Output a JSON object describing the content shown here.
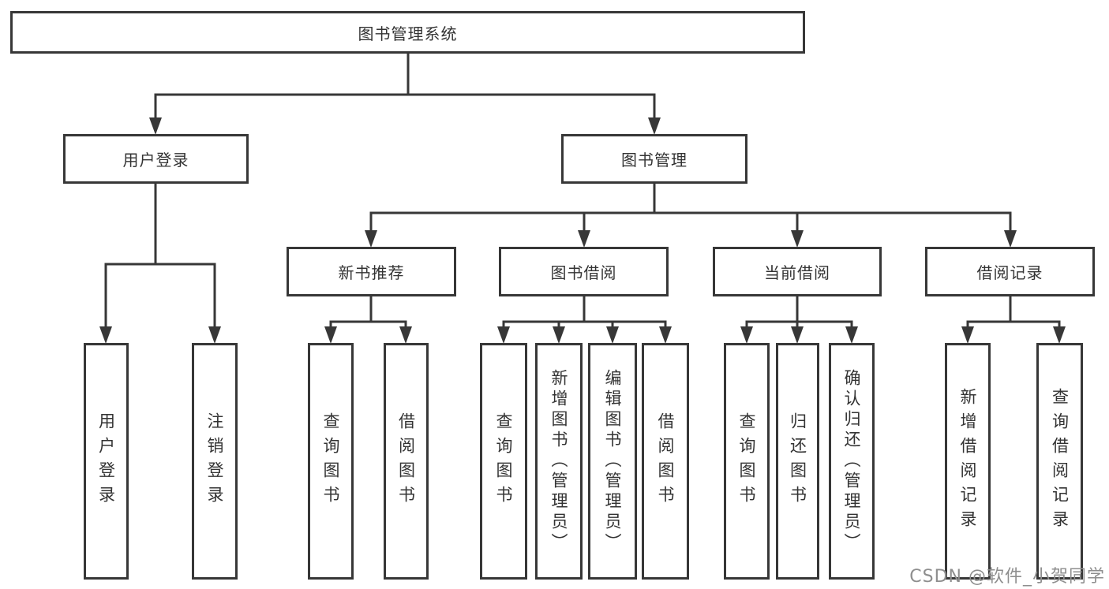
{
  "diagram": {
    "title": "图书管理系统",
    "nodes": {
      "root": "图书管理系统",
      "user_login": "用户登录",
      "book_mgmt": "图书管理",
      "leaf_user_login": "用户登录",
      "leaf_logout": "注销登录",
      "new_book_rec": "新书推荐",
      "book_borrow": "图书借阅",
      "current_borrow": "当前借阅",
      "borrow_records": "借阅记录",
      "nbr_query": "查询图书",
      "nbr_borrow": "借阅图书",
      "bb_query": "查询图书",
      "bb_add": "新增图书（管理员）",
      "bb_edit": "编辑图书（管理员）",
      "bb_borrow": "借阅图书",
      "cb_query": "查询图书",
      "cb_return": "归还图书",
      "cb_confirm": "确认归还（管理员）",
      "br_add": "新增借阅记录",
      "br_query": "查询借阅记录"
    },
    "tree": {
      "图书管理系统": {
        "用户登录": [
          "用户登录",
          "注销登录"
        ],
        "图书管理": {
          "新书推荐": [
            "查询图书",
            "借阅图书"
          ],
          "图书借阅": [
            "查询图书",
            "新增图书（管理员）",
            "编辑图书（管理员）",
            "借阅图书"
          ],
          "当前借阅": [
            "查询图书",
            "归还图书",
            "确认归还（管理员）"
          ],
          "借阅记录": [
            "新增借阅记录",
            "查询借阅记录"
          ]
        }
      }
    },
    "colors": {
      "line": "#373737",
      "box_border": "#373737",
      "box_bg": "#ffffff",
      "text": "#333333",
      "watermark": "#8e8e8e"
    },
    "watermark": "CSDN @软件_小贺同学"
  }
}
